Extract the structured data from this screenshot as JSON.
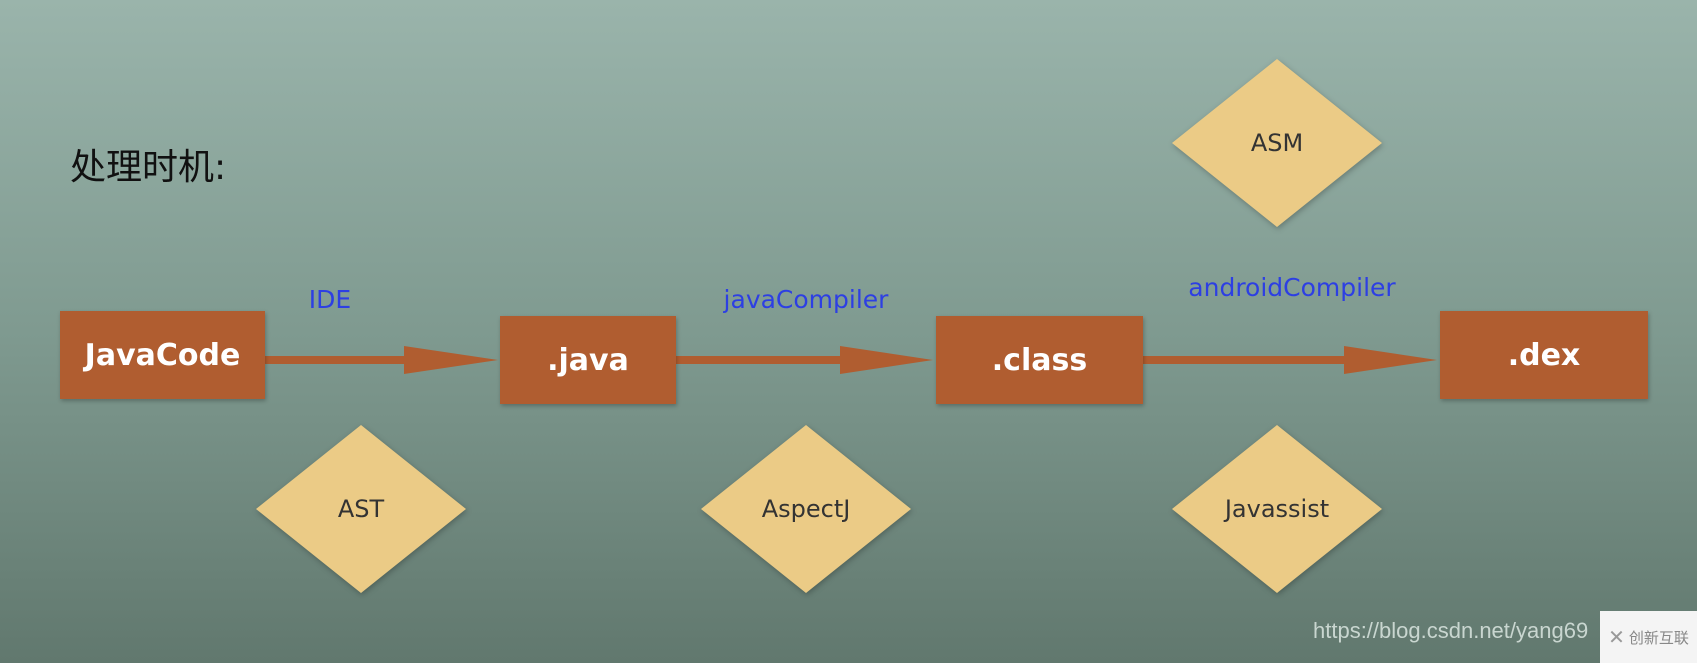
{
  "title": "处理时机:",
  "nodes": [
    ".java",
    "JavaCode",
    ".class",
    ".dex"
  ],
  "boxes": {
    "javacode": "JavaCode",
    "java": ".java",
    "class": ".class",
    "dex": ".dex"
  },
  "edges": {
    "ide": "IDE",
    "java_compiler": "javaCompiler",
    "android_compiler": "androidCompiler"
  },
  "tools": {
    "asm": "ASM",
    "ast": "AST",
    "aspectj": "AspectJ",
    "javassist": "Javassist"
  },
  "watermark": "https://blog.csdn.net/yang69",
  "logo_text": "创新互联",
  "colors": {
    "box": "#b05d30",
    "diamond": "#ebcb86",
    "edge_label": "#2d3fe3"
  }
}
